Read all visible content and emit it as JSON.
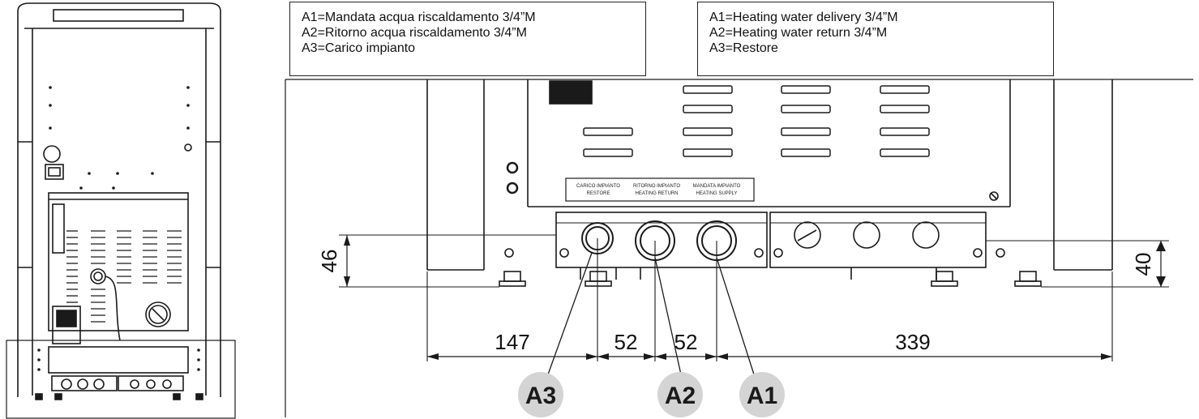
{
  "legend_it": {
    "lines": [
      "A1=Mandata acqua riscaldamento 3/4”M",
      "A2=Ritorno acqua riscaldamento 3/4”M",
      "A3=Carico impianto"
    ]
  },
  "legend_en": {
    "lines": [
      "A1=Heating water delivery 3/4”M",
      "A2=Heating water return 3/4”M",
      "A3=Restore"
    ]
  },
  "panel_labels": {
    "restore": {
      "line1": "CARICO IMPIANTO",
      "line2": "RESTORE"
    },
    "return": {
      "line1": "RITORNO IMPIANTO",
      "line2": "HEATING RETURN"
    },
    "supply": {
      "line1": "MANDATA IMPIANTO",
      "line2": "HEATING SUPPLY"
    }
  },
  "dimensions": {
    "height_left": "46",
    "height_right": "40",
    "d147": "147",
    "d52a": "52",
    "d52b": "52",
    "d339": "339"
  },
  "badges": {
    "a3": "A3",
    "a2": "A2",
    "a1": "A1"
  },
  "colors": {
    "line": "#1a1a1a",
    "badge_fill": "#d4d4d4"
  }
}
